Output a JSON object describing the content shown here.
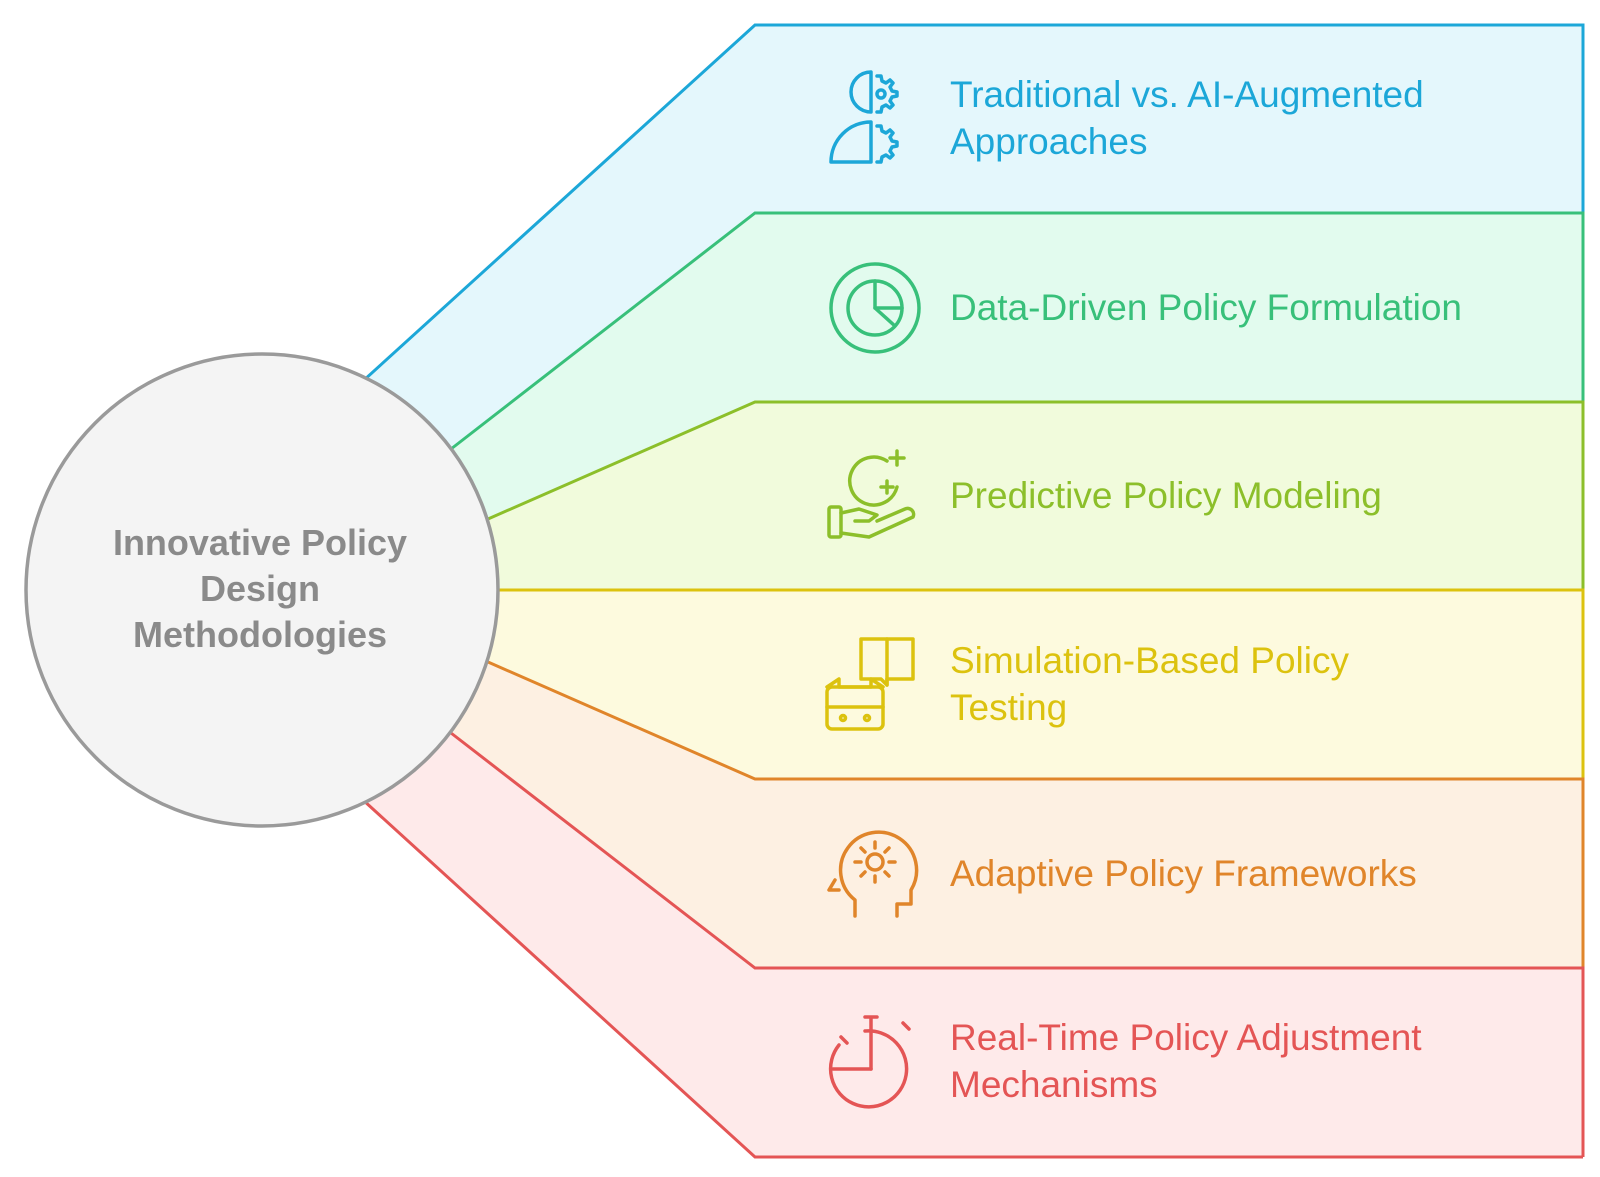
{
  "hub": {
    "title_lines": [
      "Innovative Policy",
      "Design",
      "Methodologies"
    ],
    "fill": "#f4f4f4",
    "stroke": "#9a9a9a",
    "text_color": "#8a8a8a"
  },
  "items": [
    {
      "lines": [
        "Traditional vs. AI-Augmented",
        "Approaches"
      ],
      "icon": "gear-split-person-icon",
      "color": "#1ca7d8",
      "fill": "#e4f7fc"
    },
    {
      "lines": [
        "Data-Driven Policy Formulation"
      ],
      "icon": "pie-chart-circle-icon",
      "color": "#38c07a",
      "fill": "#e2fbee"
    },
    {
      "lines": [
        "Predictive Policy Modeling"
      ],
      "icon": "hand-holding-growth-icon",
      "color": "#8cbf2a",
      "fill": "#f1fbdc"
    },
    {
      "lines": [
        "Simulation-Based Policy",
        "Testing"
      ],
      "icon": "book-and-robot-icon",
      "color": "#dcc20e",
      "fill": "#fdfade"
    },
    {
      "lines": [
        "Adaptive Policy Frameworks"
      ],
      "icon": "head-gear-icon",
      "color": "#e0852a",
      "fill": "#fdf0e2"
    },
    {
      "lines": [
        "Real-Time Policy Adjustment",
        "Mechanisms"
      ],
      "icon": "stopwatch-icon",
      "color": "#e45555",
      "fill": "#feeaea"
    }
  ]
}
